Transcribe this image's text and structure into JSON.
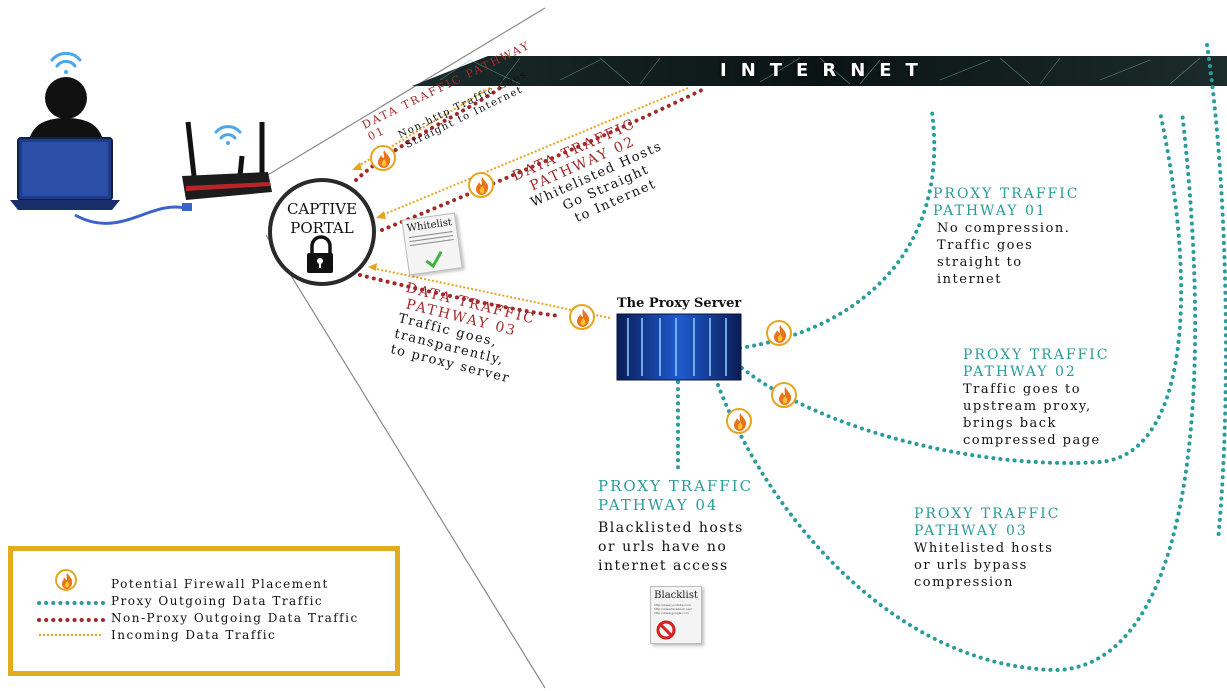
{
  "banner": {
    "text": "INTERNET"
  },
  "captive_portal": {
    "line1": "CAPTIVE",
    "line2": "PORTAL"
  },
  "proxy_server": {
    "label": "The Proxy Server"
  },
  "whitelist_doc": {
    "title": "Whitelist"
  },
  "blacklist_doc": {
    "title": "Blacklist",
    "lines": [
      "http://www.youtube.com",
      "http://www.facebook.com",
      "http://www.google.com"
    ]
  },
  "data_pathways": {
    "p01": {
      "title": "DATA TRAFFIC PATHWAY 01",
      "line1": "Non-http Traffic Goes",
      "line2": "Straight to Internet"
    },
    "p02": {
      "title1": "DATA TRAFFIC",
      "title2": "PATHWAY 02",
      "line1": "Whitelisted Hosts",
      "line2": "Go Straight",
      "line3": "to Internet"
    },
    "p03": {
      "title1": "DATA TRAFFIC",
      "title2": "PATHWAY 03",
      "line1": "Traffic goes,",
      "line2": "transparently,",
      "line3": "to proxy server"
    }
  },
  "proxy_pathways": {
    "p01": {
      "title1": "PROXY TRAFFIC",
      "title2": "PATHWAY 01",
      "line1": "No compression.",
      "line2": "Traffic goes",
      "line3": "straight to",
      "line4": "internet"
    },
    "p02": {
      "title1": "PROXY TRAFFIC",
      "title2": "PATHWAY 02",
      "line1": "Traffic goes to",
      "line2": "upstream proxy,",
      "line3": "brings back",
      "line4": "compressed page"
    },
    "p03": {
      "title1": "PROXY TRAFFIC",
      "title2": "PATHWAY 03",
      "line1": "Whitelisted hosts",
      "line2": "or urls bypass",
      "line3": "compression"
    },
    "p04": {
      "title1": "PROXY TRAFFIC",
      "title2": "PATHWAY 04",
      "line1": "Blacklisted hosts",
      "line2": "or urls have no",
      "line3": "internet access"
    }
  },
  "legend": {
    "items": [
      {
        "label": "Potential Firewall Placement",
        "marker": "fire-icon"
      },
      {
        "label": "Proxy Outgoing Data Traffic",
        "marker": "teal-dots"
      },
      {
        "label": "Non-Proxy Outgoing Data Traffic",
        "marker": "red-dots"
      },
      {
        "label": "Incoming Data Traffic",
        "marker": "yellow-dashes"
      }
    ]
  },
  "colors": {
    "teal": "#2a9d9b",
    "red": "#a32a2a",
    "yellow": "#e6a521",
    "legend_border": "#e1ac1e"
  }
}
